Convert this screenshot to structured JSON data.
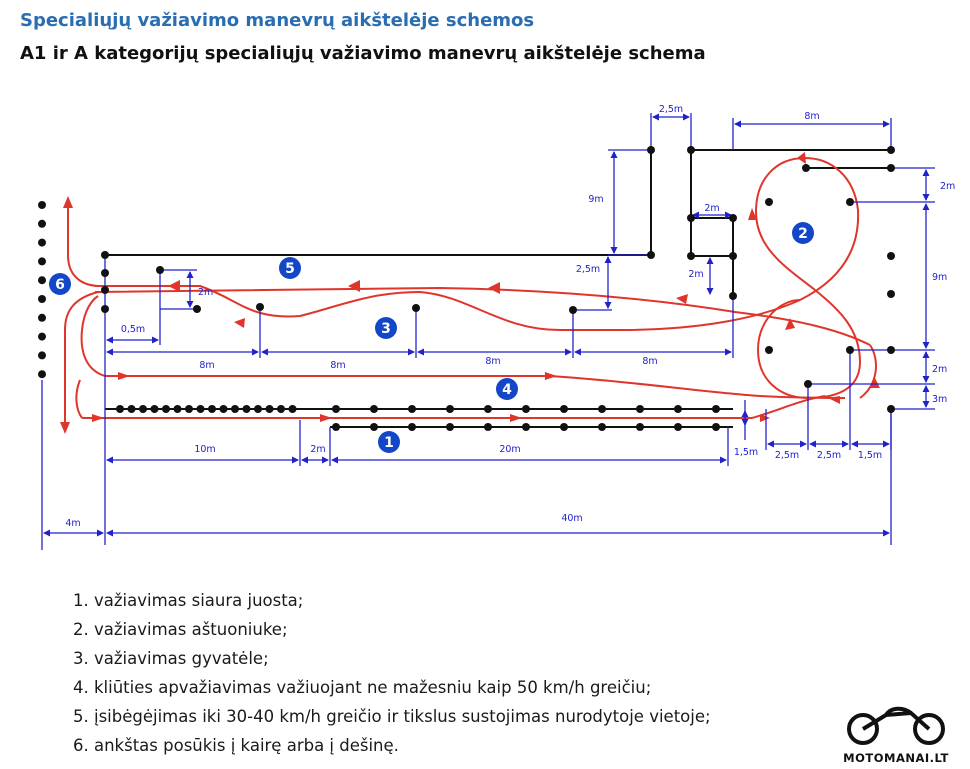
{
  "header": {
    "title": "Specialiųjų važiavimo manevrų aikštelėje schemos",
    "subtitle": "A1 ir A kategorijų specialiųjų važiavimo manevrų aikštelėje schema"
  },
  "diagram": {
    "markers": [
      "1",
      "2",
      "3",
      "4",
      "5",
      "6"
    ],
    "dims": {
      "w_2_5_top": "2,5m",
      "w_8_top": "8m",
      "h_9_left": "9m",
      "w_2_mid": "2m",
      "h_2_mid": "2m",
      "h_2_5": "2,5m",
      "h_2_right_top": "2m",
      "h_9_right": "9m",
      "h_2_small": "2m",
      "w_0_5": "0,5m",
      "w_8_a": "8m",
      "w_8_b": "8m",
      "w_8_c": "8m",
      "w_8_d": "8m",
      "h_2_right_low": "2m",
      "h_3_right": "3m",
      "w_10": "10m",
      "w_2_bottom": "2m",
      "w_20": "20m",
      "w_1_5_a": "1,5m",
      "w_2_5_bottom_a": "2,5m",
      "w_2_5_bottom_b": "2,5m",
      "w_1_5_b": "1,5m",
      "w_4": "4m",
      "w_40": "40m"
    },
    "colors": {
      "path": "#e0352b",
      "dimension": "#2222cc",
      "marker": "#1446c8",
      "cone": "#111111"
    }
  },
  "legend": {
    "items": [
      "1. važiavimas siaura juosta;",
      "2. važiavimas aštuoniuke;",
      "3. važiavimas gyvatėle;",
      "4. kliūties apvažiavimas važiuojant ne mažesniu kaip 50 km/h greičiu;",
      "5. įsibėgėjimas iki 30-40 km/h greičio ir tikslus sustojimas nurodytoje vietoje;",
      "6. ankštas posūkis į kairę arba į dešinę."
    ]
  },
  "watermark": {
    "text": "MOTOMANAI.LT",
    "icon": "motorcycle-logo-icon"
  }
}
